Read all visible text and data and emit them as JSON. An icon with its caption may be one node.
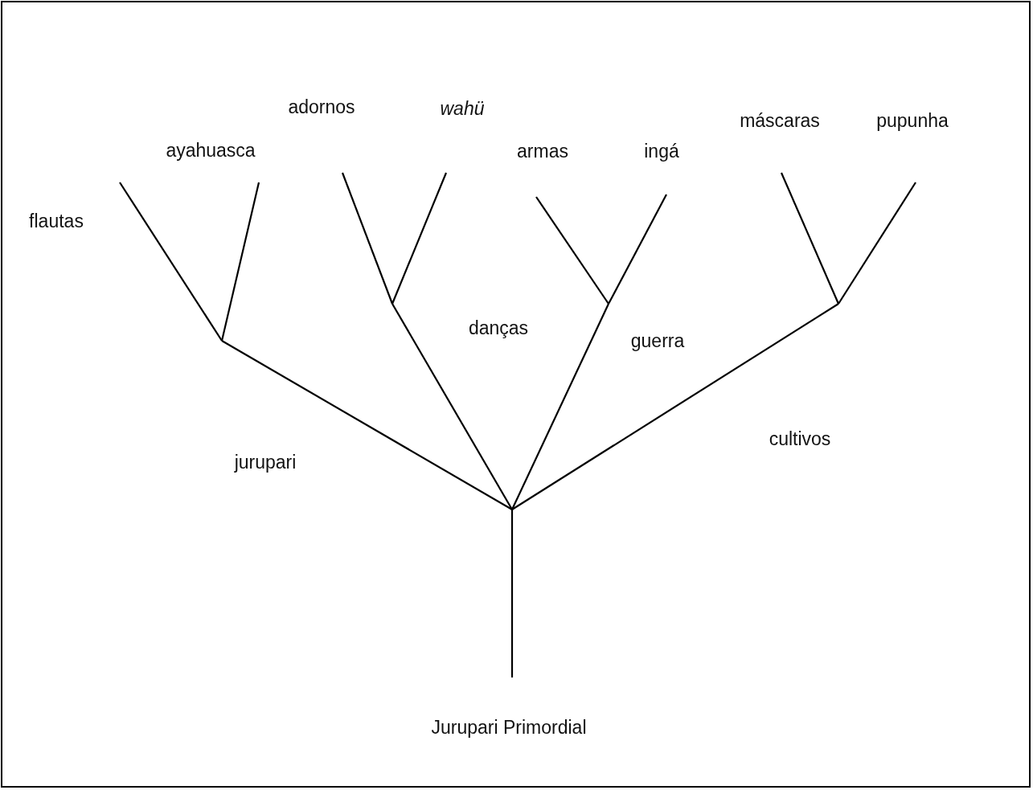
{
  "diagram": {
    "labels": [
      "adornos",
      "wahü",
      "ayahuasca",
      "armas",
      "ingá",
      "máscaras",
      "pupunha",
      "flautas",
      "danças",
      "guerra",
      "cultivos",
      "jurupari",
      "Jurupari Primordial"
    ]
  }
}
